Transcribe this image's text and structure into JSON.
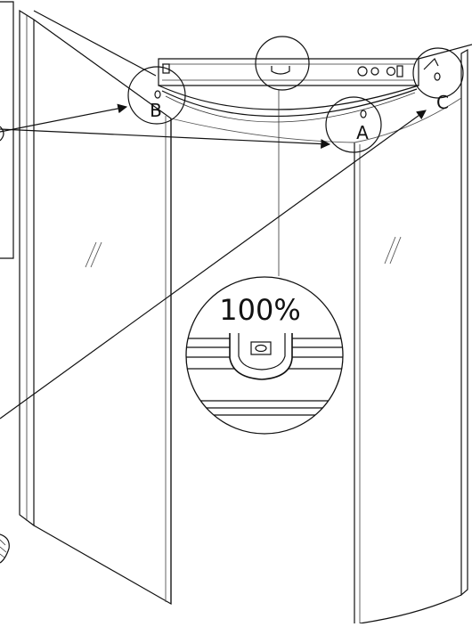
{
  "callouts": {
    "a": "A",
    "b": "B",
    "c": "C"
  },
  "magnifier": {
    "scale_label": "100%"
  },
  "colors": {
    "line": "#111111",
    "background": "#ffffff"
  }
}
